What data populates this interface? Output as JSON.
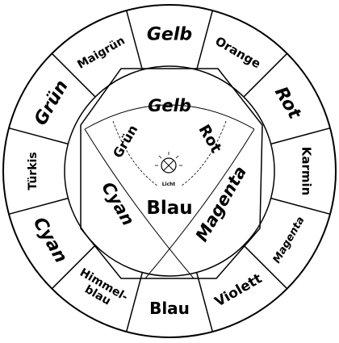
{
  "outer_ring": [
    {
      "label": "Gelb",
      "weight": "bold",
      "italic": true
    },
    {
      "label": "Orange",
      "weight": "bold",
      "italic": false
    },
    {
      "label": "Rot",
      "weight": "bold",
      "italic": true
    },
    {
      "label": "Karmin",
      "weight": "bold",
      "italic": false
    },
    {
      "label": "Magenta",
      "weight": "bold",
      "italic": true
    },
    {
      "label": "Violett",
      "weight": "bold",
      "italic": false
    },
    {
      "label": "Blau",
      "weight": "bold",
      "italic": false
    },
    {
      "label": "Himmel-",
      "label2": "blau",
      "weight": "bold",
      "italic": false
    },
    {
      "label": "Cyan",
      "weight": "bold",
      "italic": true
    },
    {
      "label": "Türkis",
      "weight": "bold",
      "italic": false
    },
    {
      "label": "Grün",
      "weight": "bold",
      "italic": true
    },
    {
      "label": "Maigrün",
      "weight": "bold",
      "italic": false
    }
  ],
  "inner": {
    "top": "Gelb",
    "upper_left": "Grün",
    "upper_right": "Rot",
    "left": "Cyan",
    "right": "Magenta",
    "bottom": "Blau"
  },
  "center": {
    "lamp_icon": "light-source-icon",
    "small_label": "Licht"
  },
  "colors": {
    "line": "#000000",
    "background": "#ffffff"
  }
}
